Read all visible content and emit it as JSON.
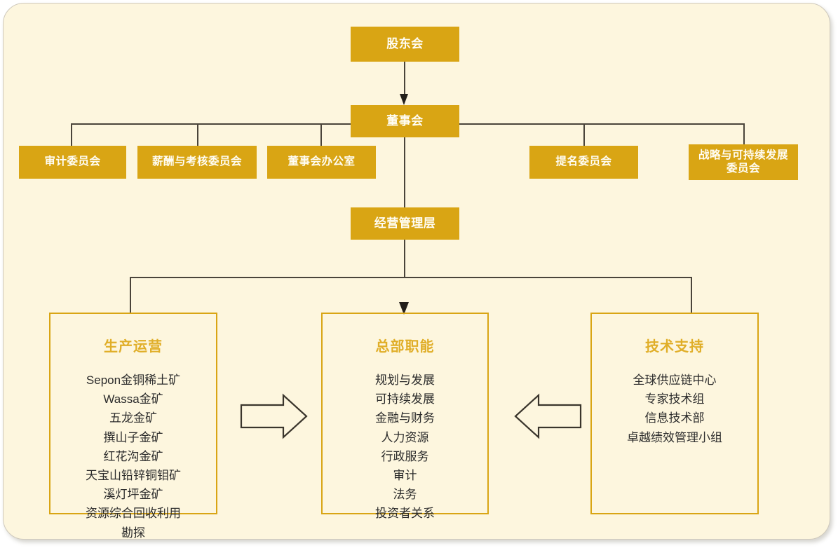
{
  "chart": {
    "type": "org-chart",
    "title": "",
    "background_color": "#FDF6DE",
    "node_fill_color": "#D9A514",
    "node_text_color": "#FFFDF4",
    "panel_border_color": "#D9A514",
    "panel_title_color": "#E0AE28",
    "connector_color": "#4A443A"
  },
  "nodes": {
    "shareholders": "股东会",
    "board": "董事会",
    "management": "经营管理层"
  },
  "committees": [
    {
      "label": "审计委员会"
    },
    {
      "label": "薪酬与考核委员会"
    },
    {
      "label": "董事会办公室"
    },
    {
      "label": "提名委员会"
    },
    {
      "label": "战略与可持续发展\n委员会"
    }
  ],
  "committee_labels": {
    "audit": "审计委员会",
    "remuneration": "薪酬与考核委员会",
    "board_office": "董事会办公室",
    "nomination": "提名委员会",
    "strategy_line1": "战略与可持续发展",
    "strategy_line2": "委员会"
  },
  "panels": [
    {
      "title": "生产运营",
      "items": [
        "Sepon金铜稀土矿",
        "Wassa金矿",
        "五龙金矿",
        "撰山子金矿",
        "红花沟金矿",
        "天宝山铅锌铜钼矿",
        "溪灯坪金矿",
        "资源综合回收利用",
        "勘探"
      ]
    },
    {
      "title": "总部职能",
      "items": [
        "规划与发展",
        "可持续发展",
        "金融与财务",
        "人力资源",
        "行政服务",
        "审计",
        "法务",
        "投资者关系"
      ]
    },
    {
      "title": "技术支持",
      "items": [
        "全球供应链中心",
        "专家技术组",
        "信息技术部",
        "卓越绩效管理小组"
      ]
    }
  ],
  "arrows": {
    "left_block_arrow": "arrow-right-to-center",
    "right_block_arrow": "arrow-left-to-center"
  }
}
